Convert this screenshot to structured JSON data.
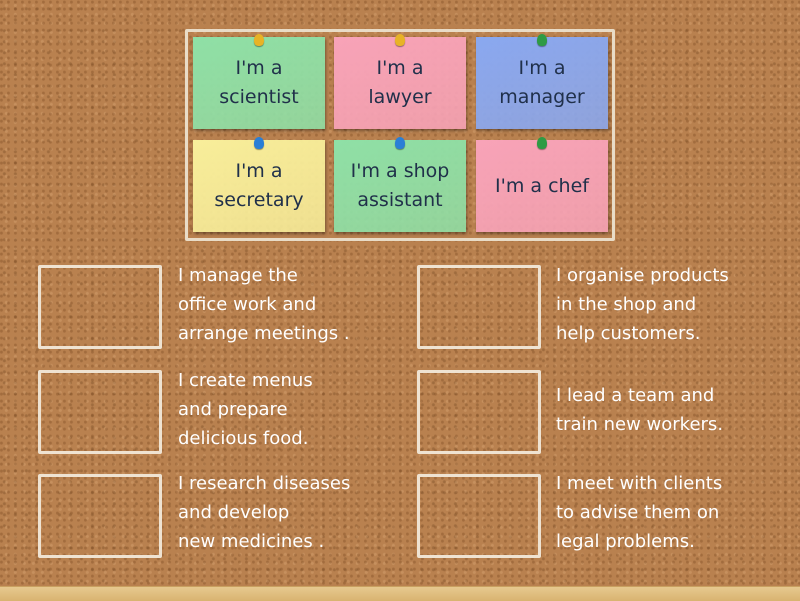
{
  "cards": [
    {
      "text": "I'm a\nscientist",
      "color": "#8fe0a6",
      "pin": "#e8b326"
    },
    {
      "text": "I'm a\nlawyer",
      "color": "#f8a3b8",
      "pin": "#e8b326"
    },
    {
      "text": "I'm a\nmanager",
      "color": "#8aa8f0",
      "pin": "#2e9b45"
    },
    {
      "text": "I'm a\nsecretary",
      "color": "#f8ee9a",
      "pin": "#2a7fd6"
    },
    {
      "text": "I'm a shop\nassistant",
      "color": "#8fe0a6",
      "pin": "#2a7fd6"
    },
    {
      "text": "I'm a chef",
      "color": "#f8a3b8",
      "pin": "#2e9b45"
    }
  ],
  "descriptions": [
    {
      "text": "I manage the\noffice work and\narrange meetings ."
    },
    {
      "text": "I organise products\nin the shop and\nhelp customers."
    },
    {
      "text": "I create menus\nand prepare\ndelicious food."
    },
    {
      "text": "I lead a team and\ntrain new workers."
    },
    {
      "text": "I research diseases\nand develop\nnew medicines ."
    },
    {
      "text": "I meet with clients\nto advise them on\nlegal problems."
    }
  ]
}
